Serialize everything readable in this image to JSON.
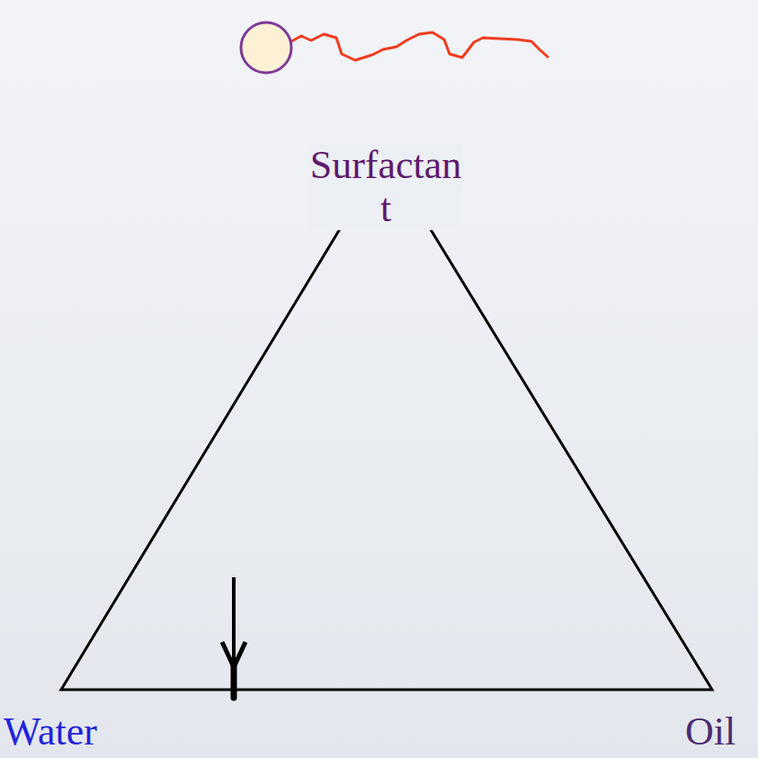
{
  "diagram": {
    "labels": [
      "Surfactant",
      "Water",
      "Oil"
    ]
  }
}
